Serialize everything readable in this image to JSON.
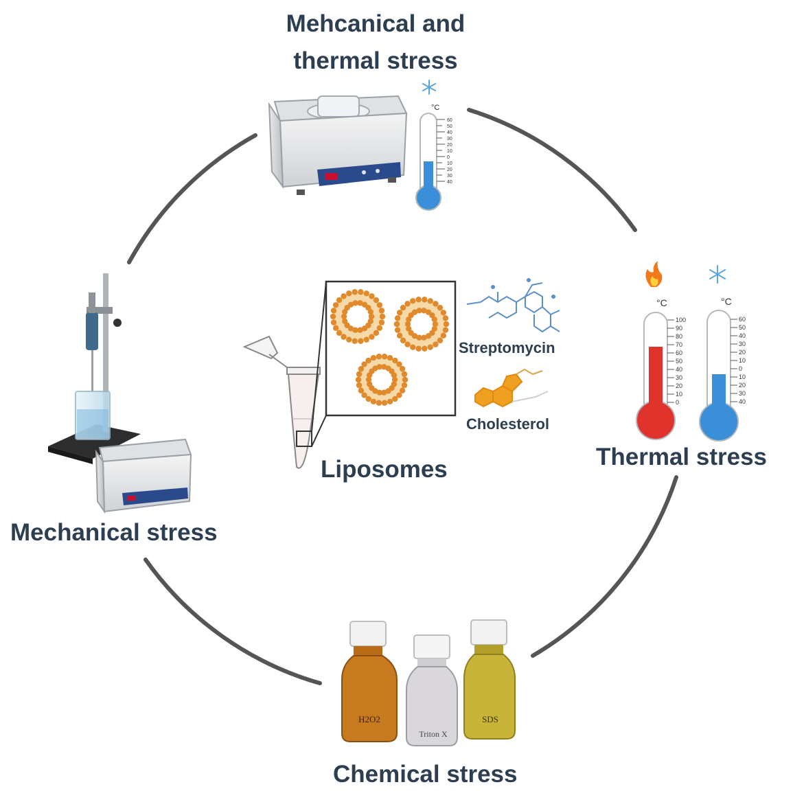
{
  "labels": {
    "top_line1": "Mehcanical and",
    "top_line2": "thermal stress",
    "mechanical": "Mechanical stress",
    "thermal": "Thermal stress",
    "chemical": "Chemical stress",
    "liposomes": "Liposomes",
    "streptomycin": "Streptomycin",
    "cholesterol": "Cholesterol"
  },
  "thermometers": {
    "unit": "°C",
    "cold_scale": [
      "60",
      "50",
      "40",
      "30",
      "20",
      "10",
      "0",
      "10",
      "20",
      "30",
      "40"
    ],
    "hot_scale": [
      "100",
      "90",
      "80",
      "70",
      "60",
      "50",
      "40",
      "30",
      "20",
      "10",
      "0"
    ]
  },
  "bottles": [
    {
      "label": "H2O2",
      "color": "#c77a1e"
    },
    {
      "label": "Triton X",
      "color": "#d9d7dc"
    },
    {
      "label": "SDS",
      "color": "#c9b43a"
    }
  ],
  "colors": {
    "text": "#2c3e50",
    "cycle": "#555555",
    "membrane": "#e08a2c",
    "cold": "#3a8fd8",
    "hot": "#e0332c",
    "molecule_blue": "#5b8fc9",
    "molecule_orange": "#f0a020"
  }
}
